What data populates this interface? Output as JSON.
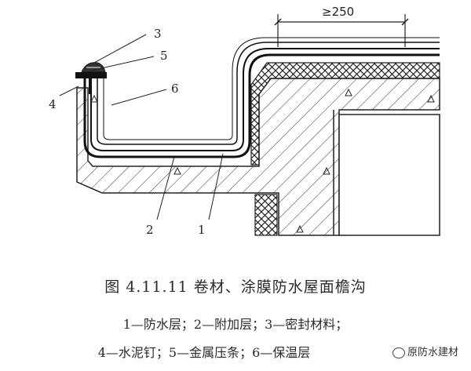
{
  "diagram": {
    "dimension_label": "≥250",
    "labels": [
      "1",
      "2",
      "3",
      "4",
      "5",
      "6"
    ]
  },
  "caption": {
    "title": "图 4.11.11   卷材、涂膜防水屋面檐沟",
    "legend_line1": "1—防水层；2—附加层；3—密封材料；",
    "legend_line2": "4—水泥钉；5—金属压条；6—保温层"
  },
  "watermark": "原防水建材"
}
